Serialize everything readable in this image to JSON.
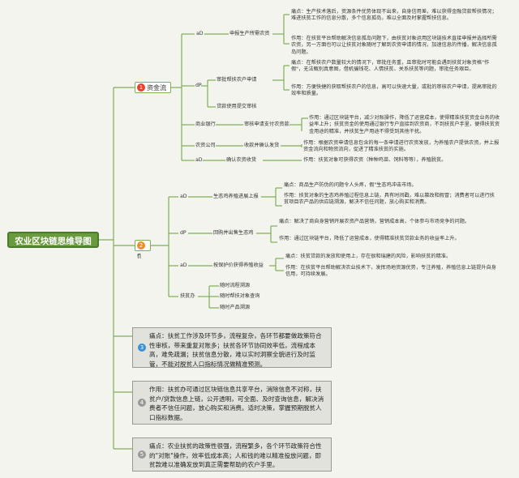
{
  "colors": {
    "line": "#7fae57",
    "root": "#6a9a3e",
    "badge_red": "#e8402a",
    "badge_orange": "#f08c25",
    "badge_blue": "#3b8fd6",
    "badge_gray": "#999999"
  },
  "root": "农业区块链思维导图",
  "branches": [
    {
      "label": "资金流",
      "badge": "1",
      "children": [
        {
          "tag": "aD",
          "node": "申报生产所需农资",
          "notes": [
            "痛点：生产技术落后，资源条件优势体现不出来，自身信用差，难以获得金融贷款帮扶情况；难进扶贫工作的信息分散，多个信息孤岛，难以全面及时掌握帮扶信息。",
            "作用：在扶贫平台帮助解决信息孤岛问题下，由扶贫对象运用区块链技术直接申报并选择所需农资，另一方面也可以让扶贫对象随时了解到农资申请的情况，加速信息的传播，解决信息孤岛问题。"
          ]
        },
        {
          "tag": "dP",
          "node": "审批帮扶农户申请",
          "sub": "贷款使用提交审核",
          "notes": [
            "痛点：在帮扶农户数量较大的情况下，审批任务重，且审批时可能会遇到扶贫对象资格\"作假\"，无法甄别真意图，借机骗钱花、人情扶贫、关系扶贫等问题，审批任务艰巨。",
            "作用：方便快捷的获取帮扶农户的信息，高可以快速大量，或批的审核农户申请，提高审批的效率和质量。"
          ]
        },
        {
          "tag": "商业银行",
          "node": "审核申请支付农资款",
          "notes": [
            "作用：通过区块链平台，减少对账操作，降低了运营成本，使得精准扶贫资金业务的收益率上升；扶贫资金的使用通过银行专户直接到农资商，不到扶贫户手里，便得扶贫资金用途的精准，并扶贫生产用途不得受到其他干扰。"
          ]
        },
        {
          "tag": "农资公司",
          "node": "收款并确认发货",
          "notes": [
            "作用：根据农资申请信息包含的每一条申请进行农资发放，为养殖农户提供农资，并上报资金流向和物资流向，促进了精准扶贫的实施。"
          ]
        },
        {
          "tag": "aD",
          "node": "确认农资收货",
          "notes": [
            "作用：扶贫对象可获得农资（种种鸡苗、饲料等等），养殖脱贫。"
          ]
        }
      ]
    },
    {
      "label": "fl",
      "badge": "2",
      "children": [
        {
          "tag": "aD",
          "node": "生态鸡养殖进展上报",
          "notes": [
            "痛点：商品生产防伪的问题令人头疼，假\"生态鸡冲击市场。",
            "作用：扶贫对象的生态鸡养殖过程信息上链，具有时间戳，难以篡改和假冒；消费者可以进行扶贫项目农产品的供应链溯源，解决不信任问题，放心购买和消费。"
          ]
        },
        {
          "tag": "dP",
          "node": "回购并出售生态鸡",
          "notes": [
            "痛点：解决了商自身营销开展农资产品营销，营销成本高，个体参与市场竞争的问题。",
            "作用：通过区块链平台，降低了运营成本，使得精准扶贫贷款业务的收益率上升。"
          ]
        },
        {
          "tag": "aD",
          "node": "按保护价获得养殖收益",
          "notes": [
            "痛点：扶贫贷款的发放和使用上，存在很和瑞建的风险，影响扶贫的精准。",
            "作用：在扶贫平台帮助解决农业技术下，发挥场地资源优势，专注养殖，养殖信息上链提升自身信用，可持续发展。"
          ]
        },
        {
          "tag": "扶贫办",
          "items": [
            "随时流程溯源",
            "随时帮扶对象查询",
            "随时产品溯源"
          ]
        }
      ]
    }
  ],
  "boxes": [
    {
      "badge": "3",
      "text": "痛点：扶贫工作涉及环节多，流程复杂，各环节都要做政策符合性审核，带来重复对账多；扶贫各环节协同效率低，流程成本高，难免疏漏；扶贫信息分散，难以实时洞察全貌进行及时监管，不能对脱贫人口指标情况做精准预测。"
    },
    {
      "badge": "4",
      "text": "作用：扶贫办可通过区块链信息共享平台，消除信息不对称，扶贫户/贷款信息上链，公开透明，可全面、及时查询信息，解决消费者不信任问题，放心购买和消费。适时决策，掌握预期脱贫人口指标数据。"
    },
    {
      "badge": "5",
      "text": "痛点：农业扶贫的政策性很强，流程繁多，各个环节政策符合性的\"对账\"操作，效率低成本高；人和钱的难以精准投放问题，即贫款难以准确发放到真正需要帮助的农户手里。"
    }
  ]
}
